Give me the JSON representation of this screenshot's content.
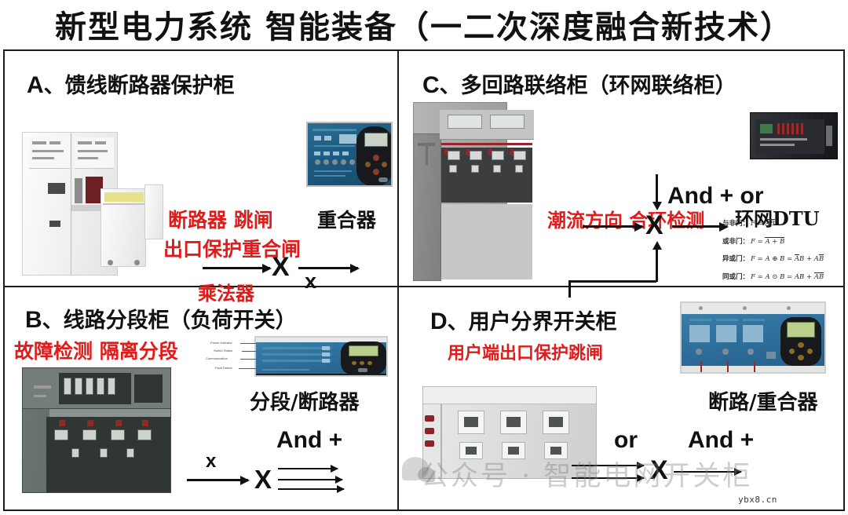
{
  "title": "新型电力系统 智能装备（一二次深度融合新技术）",
  "panels": [
    {
      "id": "A",
      "letter": "A",
      "heading": "A、馈线断路器保护柜",
      "heading_text": "、馈线断路器保护柜",
      "red_labels": [
        "断路器 跳闸",
        "出口保护重合闸",
        "乘法器"
      ],
      "black_labels": [
        "重合器"
      ],
      "logic_words": [],
      "symbols": [
        "x",
        "X"
      ],
      "equipment": [
        "feeder-breaker-switchgear-cabinet",
        "protection-relay-panel-blue"
      ]
    },
    {
      "id": "B",
      "letter": "B",
      "heading": "B、线路分段柜（负荷开关）",
      "heading_text": "、线路分段柜（负荷开关）",
      "red_labels": [
        "故障检测 隔离分段"
      ],
      "black_labels": [
        "分段/断路器"
      ],
      "logic_words": [
        "And +"
      ],
      "symbols": [
        "x",
        "X"
      ],
      "equipment": [
        "line-sectionalizer-cabinet",
        "ftu-feeder-terminal-unit"
      ],
      "ftu_callouts": [
        "Power Indicator",
        "Switch Status",
        "Communication",
        "Fault Detect"
      ]
    },
    {
      "id": "C",
      "letter": "C",
      "heading": "C、多回路联络柜（环网联络柜）",
      "heading_text": "、多回路联络柜（环网联络柜）",
      "red_labels": [
        "潮流方向 合环检测"
      ],
      "black_labels": [
        "环网DTU"
      ],
      "logic_words": [
        "And + or"
      ],
      "symbols": [
        "X"
      ],
      "equipment": [
        "ring-main-unit-cabinet",
        "ring-network-dtu-rack"
      ],
      "formulas": [
        {
          "gate": "与非门：",
          "expr": "F = AB",
          "overline": "AB"
        },
        {
          "gate": "或非门：",
          "expr": "F = A + B",
          "overline": "A + B"
        },
        {
          "gate": "异或门：",
          "expr": "F = A ⊕ B = AB + AB",
          "overline": "mixed"
        },
        {
          "gate": "同或门：",
          "expr": "F = A ⊙ B = AB + AB",
          "overline": "mixed"
        }
      ]
    },
    {
      "id": "D",
      "letter": "D",
      "heading": "D、用户分界开关柜",
      "heading_text": "、用户分界开关柜",
      "red_labels": [
        "用户端出口保护跳闸"
      ],
      "black_labels": [
        "断路/重合器"
      ],
      "logic_words": [
        "or",
        "And +"
      ],
      "symbols": [
        "X"
      ],
      "equipment": [
        "user-boundary-switchgear-cabinet",
        "boundary-protection-relay-panel"
      ]
    }
  ],
  "formula_rows": [
    {
      "gate": "与非门：",
      "pre": "F = ",
      "bar1": "AB",
      "mid": "",
      "bar2": "",
      "post": ""
    },
    {
      "gate": "或非门：",
      "pre": "F = ",
      "bar1": "A + B",
      "mid": "",
      "bar2": "",
      "post": ""
    },
    {
      "gate": "异或门：",
      "pre": "F = A ⊕ B = ",
      "bar1": "A",
      "mid": "B + A",
      "bar2": "B",
      "post": ""
    },
    {
      "gate": "同或门：",
      "pre": "F = A ⊙ B = ",
      "bar1": "",
      "mid": "AB + ",
      "bar2": "AB",
      "post": ""
    }
  ],
  "watermarks": {
    "account": "公众号 · 智能电网开关柜",
    "site": "ybx8.cn"
  },
  "colors": {
    "red_accent": "#e01b1b",
    "black_text": "#111111",
    "border": "#1b1b1b",
    "relay_blue": "#1d5a80",
    "cabinet_grey": "#a8aaa9"
  }
}
